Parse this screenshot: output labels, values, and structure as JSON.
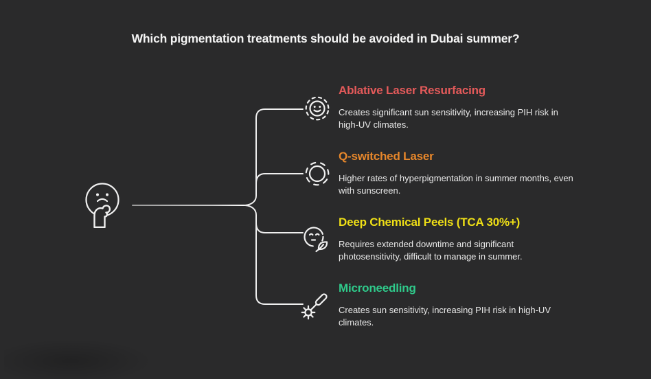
{
  "title": "Which pigmentation treatments should be avoided in Dubai summer?",
  "colors": {
    "background": "#2a2a2b",
    "title_text": "#f5f5f5",
    "body_text": "#e9e9e9",
    "line_color": "#efefef",
    "trunk_line_start": "#9a9a9a",
    "item1_accent": "#e45a5a",
    "item2_accent": "#e7872b",
    "item3_accent": "#efdf16",
    "item4_accent": "#2fca8b"
  },
  "root": {
    "icon": "thinking-face-icon"
  },
  "items": [
    {
      "heading": "Ablative Laser Resurfacing",
      "description": "Creates significant sun sensitivity, increasing PIH risk in\nhigh-UV climates.",
      "accent": "#e45a5a",
      "icon": "smiley-face-dashed-circle-icon"
    },
    {
      "heading": "Q-switched Laser",
      "description": "Higher rates of hyperpigmentation in summer months, even\nwith sunscreen.",
      "accent": "#e7872b",
      "icon": "laser-ring-icon"
    },
    {
      "heading": "Deep Chemical Peels (TCA 30%+)",
      "description": "Requires extended downtime and significant\nphotosensitivity, difficult to manage in summer.",
      "accent": "#efdf16",
      "icon": "face-with-leaf-icon"
    },
    {
      "heading": "Microneedling",
      "description": "Creates sun sensitivity, increasing PIH risk in high-UV\nclimates.",
      "accent": "#2fca8b",
      "icon": "microneedling-roller-icon"
    }
  ]
}
